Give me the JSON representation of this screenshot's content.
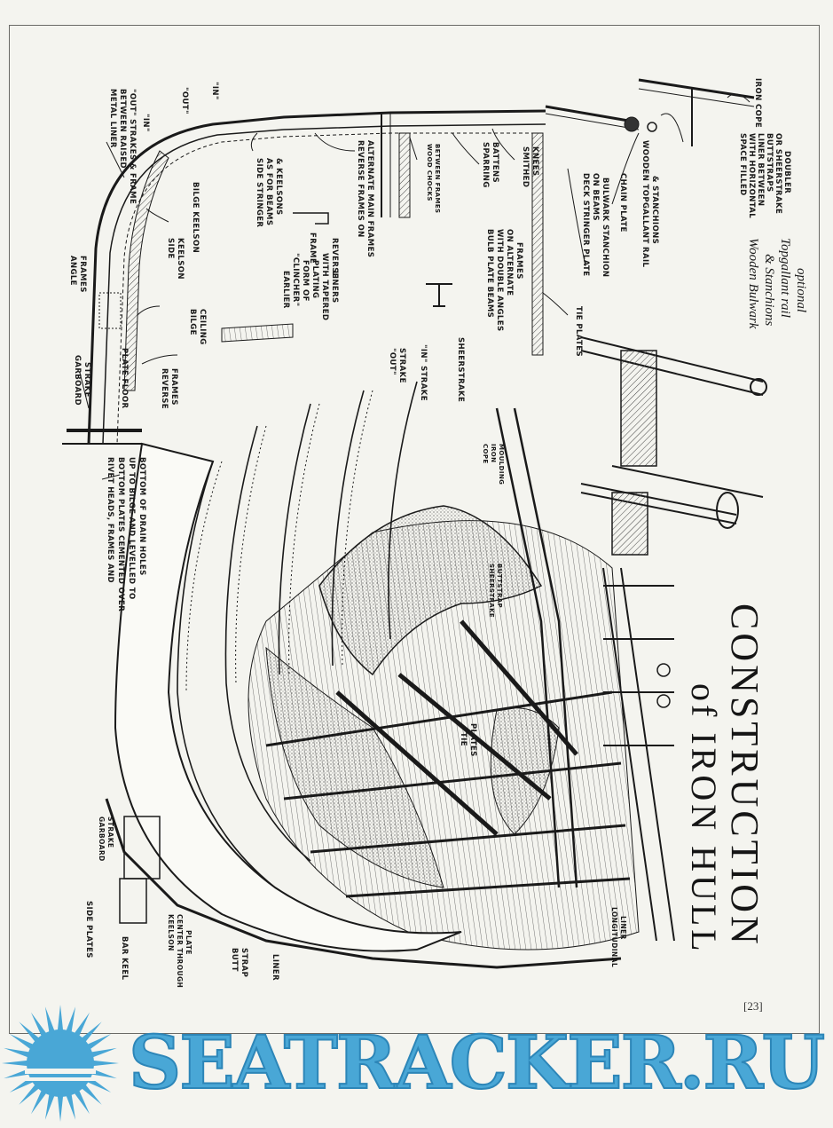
{
  "title": {
    "line1": "CONSTRUCTION",
    "line2": "of IRON HULL"
  },
  "page_number": "[23]",
  "labels": {
    "iron_cope": "IRON COPE",
    "space_filled": [
      "SPACE FILLED",
      "WITH HORIZONTAL",
      "LINER BETWEEN",
      "BUTTSTRAPS",
      "OR SHEERSTRAKE",
      "DOUBLER"
    ],
    "wooden_topgallant": "WOODEN TOPGALLANT RAIL",
    "and_stanchions": "& STANCHIONS",
    "chain_plate": "CHAIN PLATE",
    "bulwark_stanchion": "BULWARK STANCHION",
    "deck_stringer": [
      "DECK STRINGER PLATE",
      "ON BEAMS"
    ],
    "wooden_bulwark": [
      "Wooden Bulwark",
      "& Stanchions",
      "Topgallant rail",
      "optional"
    ],
    "tie_plates_top": "TIE PLATES",
    "smithed_knees": [
      "SMITHED",
      "KNEES"
    ],
    "sparring_battens": [
      "SPARRING",
      "BATTENS"
    ],
    "wood_chocks": [
      "WOOD CHOCKS",
      "BETWEEN FRAMES"
    ],
    "bulb_plate_beams": [
      "BULB PLATE BEAMS",
      "WITH DOUBLE ANGLES",
      "ON ALTERNATE",
      "FRAMES"
    ],
    "reverse_frames_alt": [
      "REVERSE FRAMES ON",
      "ALTERNATE MAIN FRAMES"
    ],
    "reverse": "REVERSE",
    "frame": "FRAME",
    "earlier_clincher": [
      "EARLIER",
      "\"CLINCHER\"",
      "FORM OF",
      "PLATING",
      "WITH TAPERED",
      "LINERS"
    ],
    "side_stringer": [
      "SIDE STRINGER",
      "AS FOR BEAMS",
      "& KEELSONS"
    ],
    "bilge_keelson": "BILGE KEELSON",
    "side_keelson": [
      "SIDE",
      "KEELSON"
    ],
    "bilge_ceiling": [
      "BILGE",
      "CEILING"
    ],
    "reverse_frames": [
      "REVERSE",
      "FRAMES"
    ],
    "plate_floor": "PLATE FLOOR",
    "garboard_strake_left": [
      "GARBOARD",
      "STRAKE"
    ],
    "angle_frames": [
      "ANGLE",
      "FRAMES"
    ],
    "metal_liner": [
      "METAL LINER",
      "BETWEEN RAISED",
      "\"OUT\" STRAKES & FRAME"
    ],
    "in1": "\"IN\"",
    "out1": "\"OUT\"",
    "in2": "\"IN\"",
    "sheerstrake": "SHEERSTRAKE",
    "in_strake": "\"IN\" STRAKE",
    "out_strake": [
      "\"OUT\"",
      "STRAKE"
    ],
    "cope_iron_moulding": [
      "COPE",
      "IRON",
      "MOULDING"
    ],
    "sheerstrake_buttstrap": [
      "SHEERSTRAKE",
      "BUTTSTRAP"
    ],
    "tie_plates_mid": [
      "TIE",
      "PLATES"
    ],
    "rivet_heads": [
      "RIVET HEADS, FRAMES AND",
      "BOTTOM PLATES CEMENTED OVER",
      "UP TO BILGE AND LEVELLED TO",
      "BOTTOM OF DRAIN HOLES"
    ],
    "garboard_strake_bottom": [
      "GARBOARD",
      "STRAKE"
    ],
    "side_plates": "SIDE PLATES",
    "bar_keel": "BAR KEEL",
    "keelson_center": [
      "KEELSON",
      "CENTER THROUGH",
      "PLATE"
    ],
    "butt_strap": [
      "BUTT",
      "STRAP"
    ],
    "liner": "LINER",
    "longitudinal_liner": [
      "LONGITUDINAL",
      "LINER"
    ]
  },
  "watermark": {
    "text": "SEATRACKER.RU",
    "color": "#49a7d6"
  }
}
